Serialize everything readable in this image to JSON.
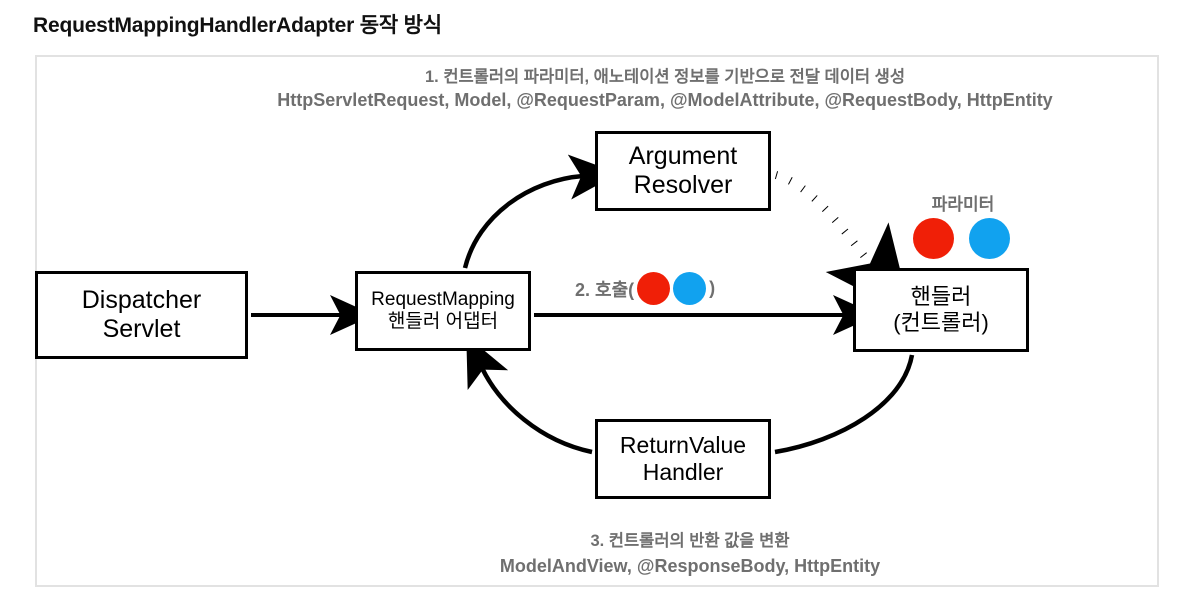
{
  "page": {
    "title": "RequestMappingHandlerAdapter 동작 방식"
  },
  "diagram": {
    "notes": {
      "top_line1": "1. 컨트롤러의 파라미터, 애노테이션 정보를 기반으로 전달 데이터 생성",
      "top_line2": "HttpServletRequest, Model, @RequestParam, @ModelAttribute, @RequestBody, HttpEntity",
      "bottom_line1": "3. 컨트롤러의 반환 값을 변환",
      "bottom_line2": "ModelAndView, @ResponseBody, HttpEntity"
    },
    "nodes": {
      "dispatcher": {
        "line1": "Dispatcher",
        "line2": "Servlet"
      },
      "argument_resolver": {
        "line1": "Argument",
        "line2": "Resolver"
      },
      "request_mapping_adapter": {
        "line1": "RequestMapping",
        "line2": "핸들러 어댑터"
      },
      "handler": {
        "line1": "핸들러",
        "line2": "(컨트롤러)"
      },
      "return_value_handler": {
        "line1": "ReturnValue",
        "line2": "Handler"
      }
    },
    "labels": {
      "call_prefix": "2. 호출(",
      "call_suffix": ")",
      "parameter": "파라미터"
    },
    "colors": {
      "dot_red": "#f01f07",
      "dot_blue": "#11a2ef",
      "note_gray": "#6f6f6f",
      "stroke_black": "#000000",
      "frame_gray": "#e2e2e2"
    }
  }
}
